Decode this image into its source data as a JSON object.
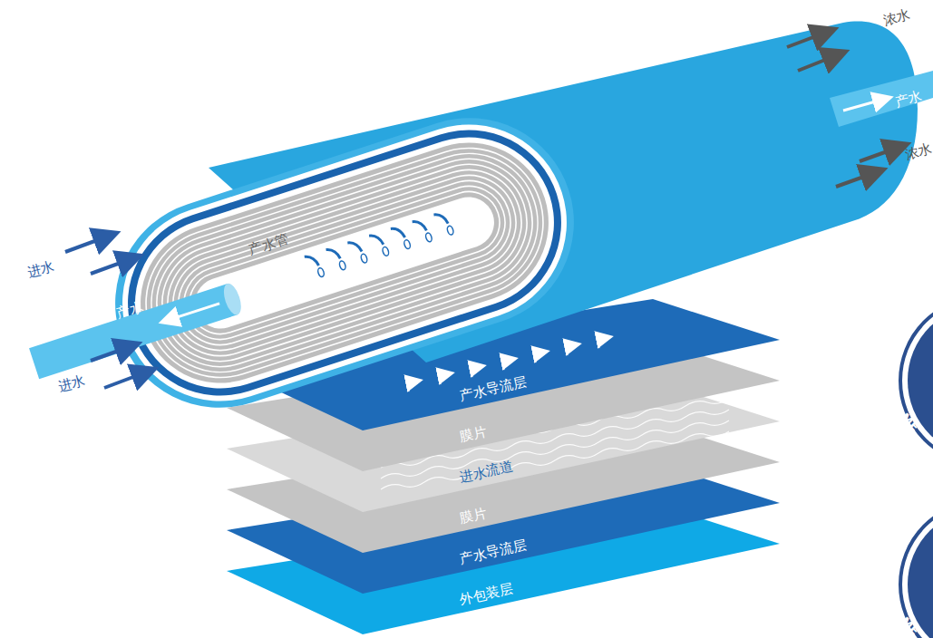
{
  "diagram": {
    "labels": [
      "浓水",
      "产水",
      "浓水",
      "进水",
      "产水管",
      "产水",
      "进水",
      "产水导流层",
      "膜片",
      "进水流道",
      "膜片",
      "产水导流层",
      "外包装层",
      "ME",
      "ME"
    ]
  }
}
